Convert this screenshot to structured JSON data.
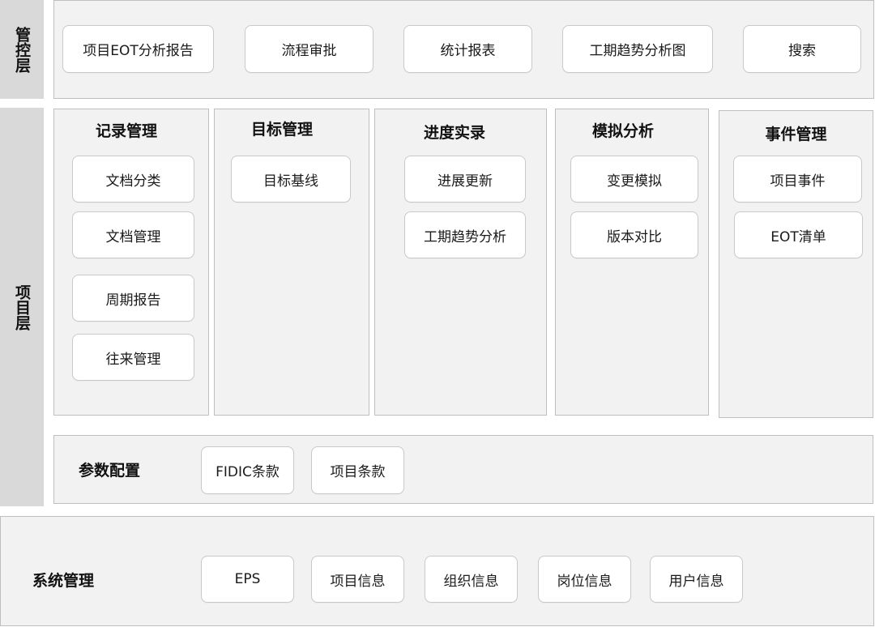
{
  "control_layer": {
    "label": "管控层",
    "buttons": [
      "项目EOT分析报告",
      "流程审批",
      "统计报表",
      "工期趋势分析图",
      "搜索"
    ]
  },
  "project_layer": {
    "label": "项目层",
    "modules": [
      {
        "title": "记录管理",
        "items": [
          "文档分类",
          "文档管理",
          "周期报告",
          "往来管理"
        ]
      },
      {
        "title": "目标管理",
        "items": [
          "目标基线"
        ]
      },
      {
        "title": "进度实录",
        "items": [
          "进展更新",
          "工期趋势分析"
        ]
      },
      {
        "title": "模拟分析",
        "items": [
          "变更模拟",
          "版本对比"
        ]
      },
      {
        "title": "事件管理",
        "items": [
          "项目事件",
          "EOT清单"
        ]
      }
    ],
    "params": {
      "title": "参数配置",
      "items": [
        "FIDIC条款",
        "项目条款"
      ]
    }
  },
  "system": {
    "title": "系统管理",
    "items": [
      "EPS",
      "项目信息",
      "组织信息",
      "岗位信息",
      "用户信息"
    ]
  }
}
